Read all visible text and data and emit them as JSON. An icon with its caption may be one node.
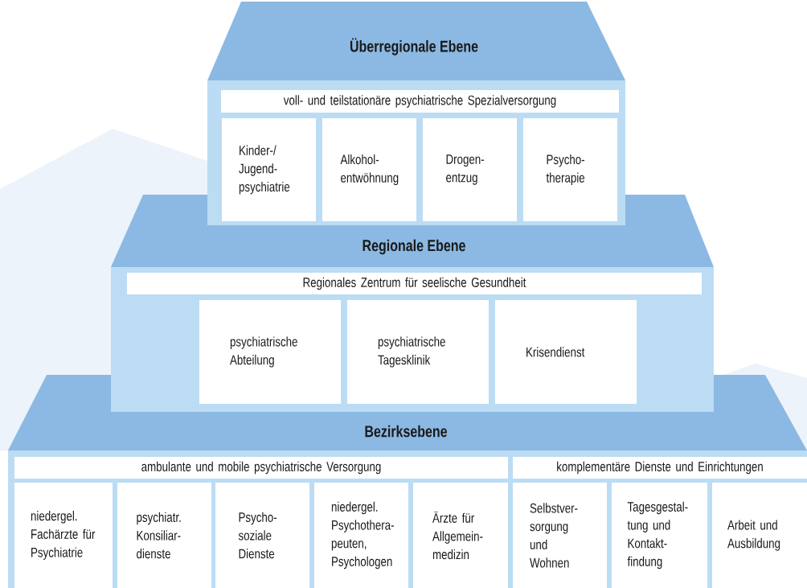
{
  "diagram": {
    "nodes": [
      {
        "text": [
          "Überregionale Ebene"
        ]
      },
      {
        "text": [
          "voll- und teilstationäre psychiatrische Spezialversorgung"
        ],
        "in": 0
      },
      {
        "text": [
          "Kinder-/ Jugend- psychiatrie"
        ],
        "in": 0
      },
      {
        "text": [
          "Alkohol- entwöhnung"
        ],
        "in": 0
      },
      {
        "text": [
          "Drogen- entzug"
        ],
        "in": 0
      },
      {
        "text": [
          "Psycho- therapie"
        ],
        "in": 0
      },
      {
        "text": [
          "Regionale Ebene"
        ]
      },
      {
        "text": [
          "Regionales Zentrum für seelische Gesundheit"
        ],
        "in": 6
      },
      {
        "text": [
          "psychiatrische Abteilung"
        ],
        "in": 6
      },
      {
        "text": [
          "psychiatrische Tagesklinik"
        ],
        "in": 6
      },
      {
        "text": [
          "Krisendienst"
        ],
        "in": 6
      },
      {
        "text": [
          "Bezirksebene"
        ]
      },
      {
        "text": [
          "ambulante und mobile psychiatrische  Versorgung"
        ],
        "in": 11
      },
      {
        "text": [
          "komplementäre Dienste und Einrichtungen"
        ],
        "in": 11
      },
      {
        "text": [
          "niedergel. Fachärzte für Psychiatrie"
        ],
        "in": 11
      },
      {
        "text": [
          "psychiatr. Konsiliar- dienste"
        ],
        "in": 11
      },
      {
        "text": [
          "Psycho- soziale Dienste"
        ],
        "in": 11
      },
      {
        "text": [
          "niedergel. Psychothera- peuten, Psychologen"
        ],
        "in": 11
      },
      {
        "text": [
          "Ärzte für Allgemein- medizin"
        ],
        "in": 11
      },
      {
        "text": [
          "Selbstver- sorgung und Wohnen"
        ],
        "in": 11
      },
      {
        "text": [
          "Tagesgestal- tung und Kontakt- findung"
        ],
        "in": 11
      },
      {
        "text": [
          "Arbeit und Ausbildung"
        ],
        "in": 11
      }
    ]
  }
}
